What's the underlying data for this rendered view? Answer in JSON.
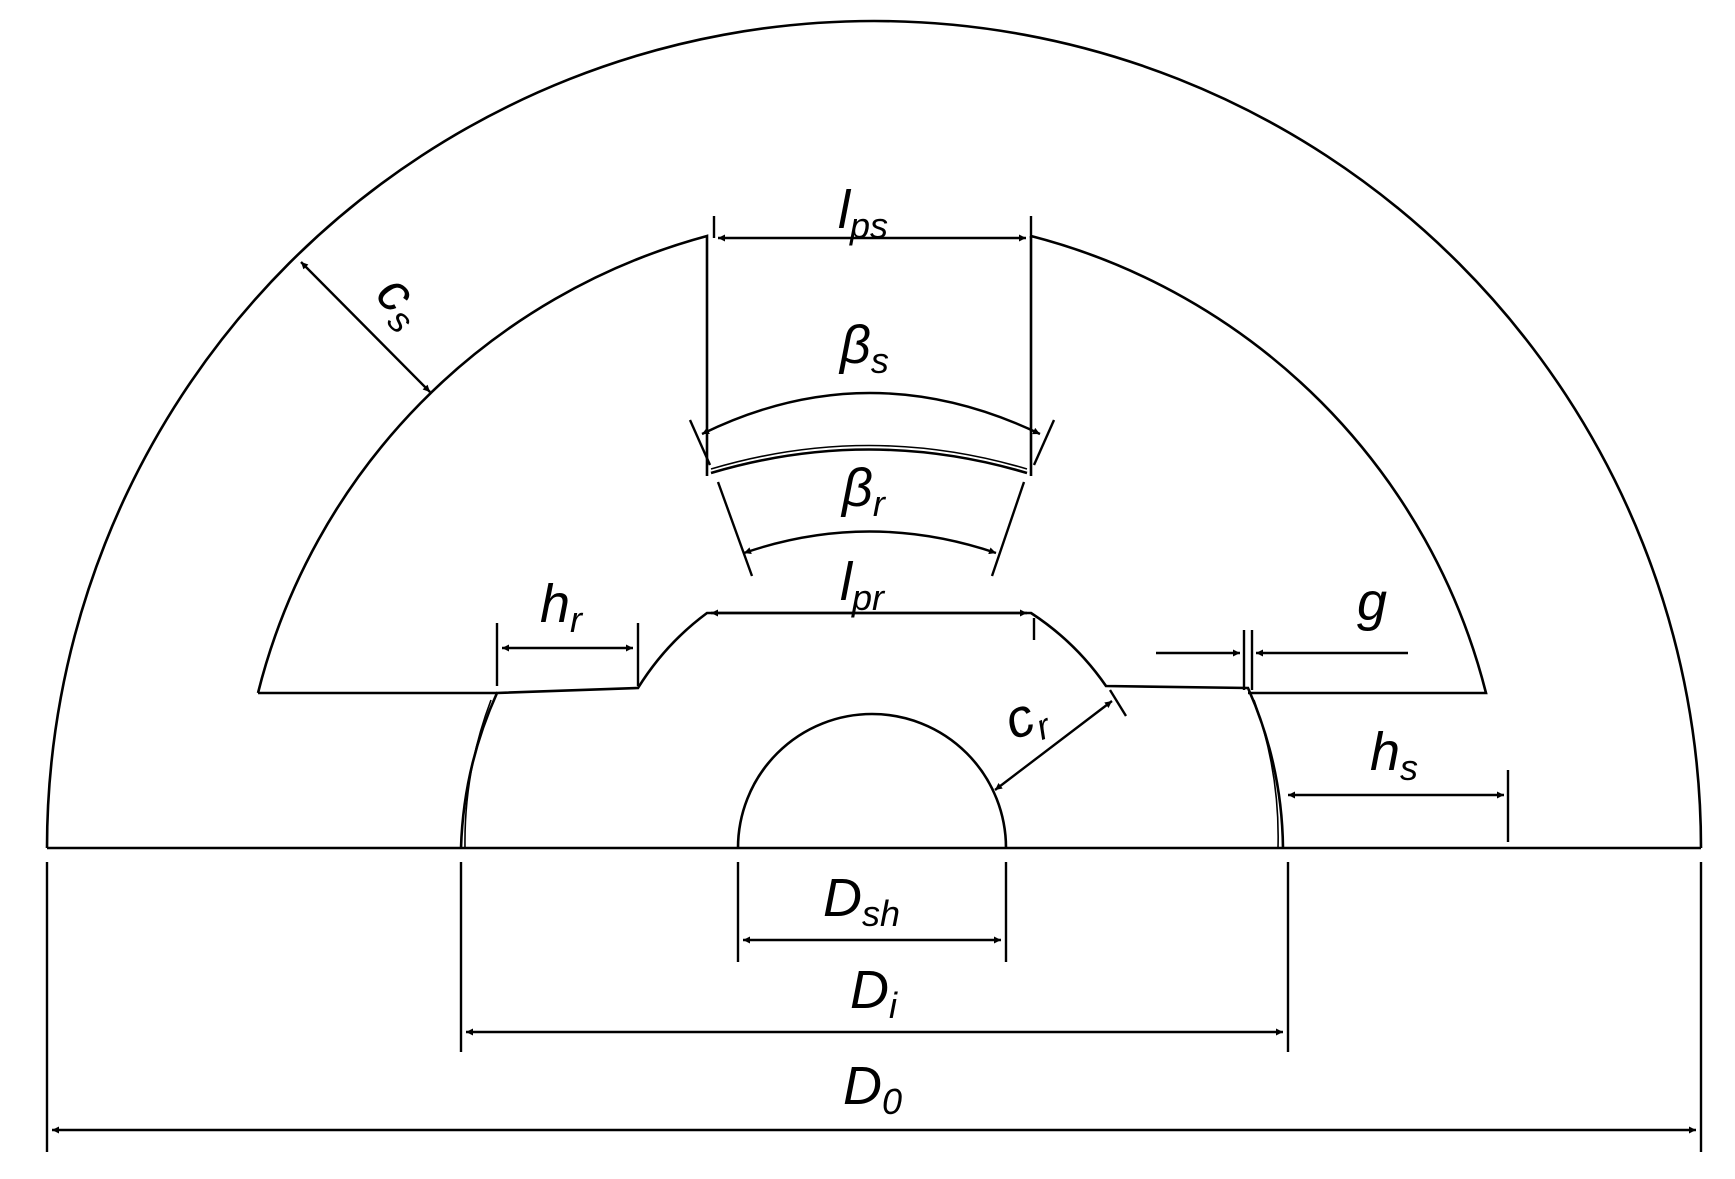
{
  "labels": {
    "lps": {
      "main": "l",
      "sub": "ps"
    },
    "beta_s": {
      "main": "β",
      "sub": "s"
    },
    "beta_r": {
      "main": "β",
      "sub": "r"
    },
    "lpr": {
      "main": "l",
      "sub": "pr"
    },
    "cs": {
      "main": "c",
      "sub": "s"
    },
    "cr": {
      "main": "c",
      "sub": "r"
    },
    "hr": {
      "main": "h",
      "sub": "r"
    },
    "hs": {
      "main": "h",
      "sub": "s"
    },
    "g": {
      "main": "g",
      "sub": ""
    },
    "dsh": {
      "main": "D",
      "sub": "sh"
    },
    "di": {
      "main": "D",
      "sub": "i"
    },
    "d0": {
      "main": "D",
      "sub": "0"
    }
  },
  "colors": {
    "line": "#000000",
    "background": "#ffffff"
  }
}
